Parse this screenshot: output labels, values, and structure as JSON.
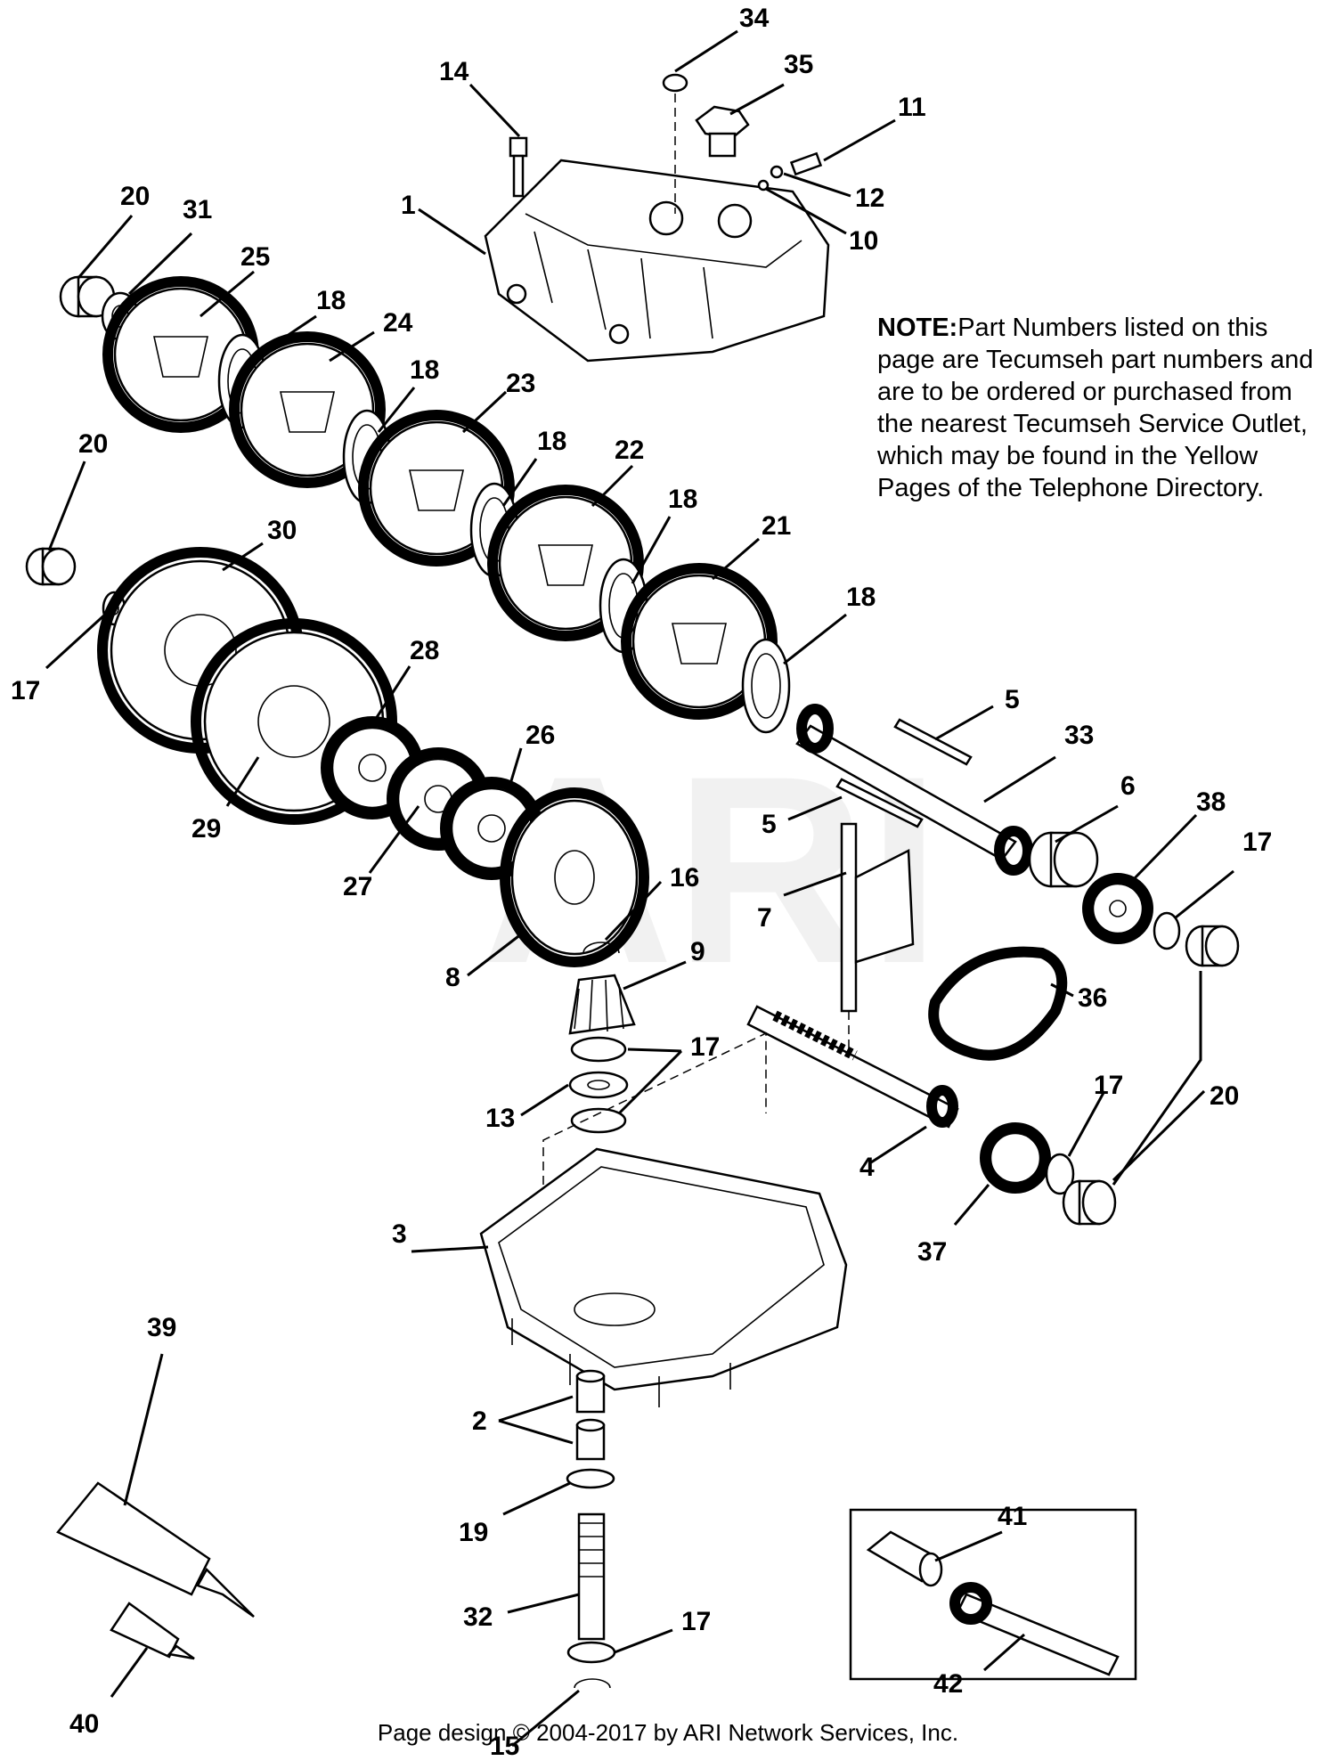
{
  "note": {
    "label": "NOTE:",
    "text": "Part Numbers listed on this page are Tecumseh part numbers and are to be ordered or purchased from the nearest Tecumseh Service Outlet, which may be found in the Yellow Pages of the Telephone Directory."
  },
  "watermark": "ARI",
  "footer": "Page design © 2004-2017 by ARI Network Services, Inc.",
  "callouts": [
    "34",
    "35",
    "14",
    "11",
    "12",
    "1",
    "10",
    "20",
    "31",
    "25",
    "18",
    "24",
    "18",
    "23",
    "18",
    "22",
    "18",
    "21",
    "18",
    "20",
    "30",
    "17",
    "28",
    "5",
    "33",
    "6",
    "38",
    "17",
    "29",
    "26",
    "5",
    "27",
    "16",
    "7",
    "8",
    "9",
    "36",
    "17",
    "13",
    "17",
    "20",
    "4",
    "3",
    "37",
    "39",
    "2",
    "41",
    "19",
    "40",
    "32",
    "42",
    "17",
    "15"
  ]
}
